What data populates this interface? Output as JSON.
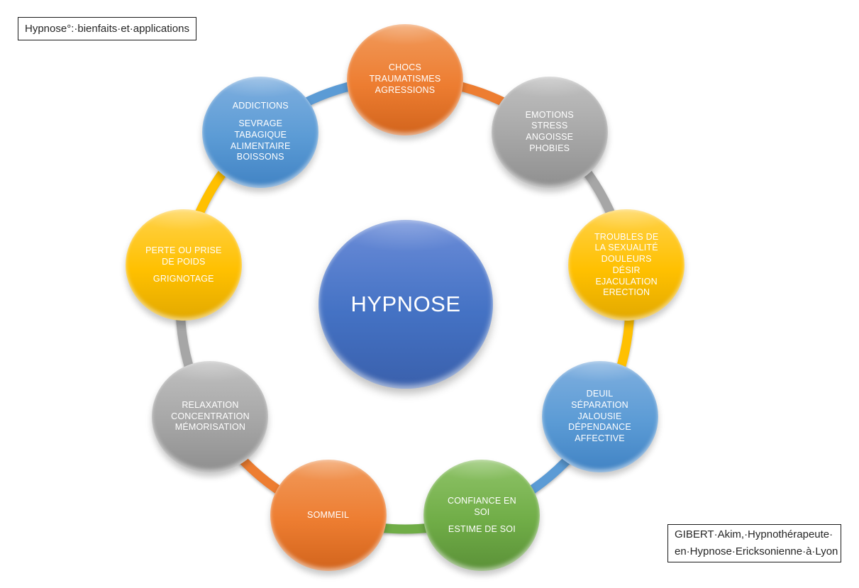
{
  "title_box": {
    "text": "Hypnose°:·bienfaits·et·applications"
  },
  "credit_box": {
    "line1": "GIBERT·Akim,·Hypnothérapeute·",
    "line2": "en·Hypnose·Ericksonienne·à·Lyon"
  },
  "center": {
    "label": "HYPNOSE",
    "color": "#4472C4",
    "color_light": "#6B8CD8",
    "color_dark": "#3A60AC"
  },
  "palette": {
    "orange": "#ED7D31",
    "gray": "#A6A6A6",
    "yellow": "#FFC000",
    "blue": "#5B9BD5",
    "green": "#70AD47",
    "center_blue": "#4472C4"
  },
  "nodes": [
    {
      "id": "chocs-traumatismes-agressions",
      "color": "#ED7D31",
      "light": "#F19A5B",
      "dark": "#D2641C",
      "paragraphs": [
        [
          "CHOCS",
          "TRAUMATISMES",
          "AGRESSIONS"
        ]
      ]
    },
    {
      "id": "emotions-stress-angoisse-phobies",
      "color": "#A6A6A6",
      "light": "#C0C0C0",
      "dark": "#8F8F8F",
      "paragraphs": [
        [
          "EMOTIONS",
          "STRESS",
          "ANGOISSE",
          "PHOBIES"
        ]
      ]
    },
    {
      "id": "troubles-de-la-sexualite",
      "color": "#FFC000",
      "light": "#FFD24A",
      "dark": "#E2A900",
      "paragraphs": [
        [
          "TROUBLES DE",
          "LA SEXUALITÉ",
          "DOULEURS",
          "DÉSIR",
          "EJACULATION",
          "ERECTION"
        ]
      ]
    },
    {
      "id": "deuil-separation-jalousie",
      "color": "#5B9BD5",
      "light": "#7FAFDF",
      "dark": "#4183C4",
      "paragraphs": [
        [
          "DEUIL",
          "SÉPARATION",
          "JALOUSIE",
          "DÉPENDANCE",
          "AFFECTIVE"
        ]
      ]
    },
    {
      "id": "confiance-en-soi",
      "color": "#70AD47",
      "light": "#8FC368",
      "dark": "#5B9138",
      "paragraphs": [
        [
          "CONFIANCE EN",
          "SOI"
        ],
        [
          "ESTIME DE SOI"
        ]
      ]
    },
    {
      "id": "sommeil",
      "color": "#ED7D31",
      "light": "#F19A5B",
      "dark": "#D2641C",
      "paragraphs": [
        [
          "SOMMEIL"
        ]
      ]
    },
    {
      "id": "relaxation-concentration-memorisation",
      "color": "#A6A6A6",
      "light": "#C0C0C0",
      "dark": "#8F8F8F",
      "paragraphs": [
        [
          "RELAXATION",
          "CONCENTRATION",
          "MÉMORISATION"
        ]
      ]
    },
    {
      "id": "perte-ou-prise-de-poids",
      "color": "#FFC000",
      "light": "#FFD24A",
      "dark": "#E2A900",
      "paragraphs": [
        [
          "PERTE OU PRISE",
          "DE POIDS"
        ],
        [
          "GRIGNOTAGE"
        ]
      ]
    },
    {
      "id": "addictions-sevrage",
      "color": "#5B9BD5",
      "light": "#7FAFDF",
      "dark": "#4183C4",
      "paragraphs": [
        [
          "ADDICTIONS"
        ],
        [
          "SEVRAGE",
          "TABAGIQUE",
          "ALIMENTAIRE",
          "BOISSONS"
        ]
      ]
    }
  ]
}
